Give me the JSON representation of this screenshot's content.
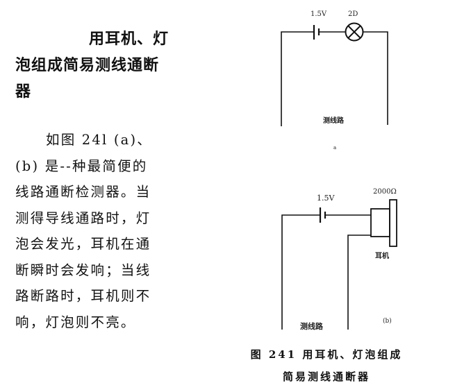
{
  "heading": {
    "lines": [
      "用耳机、灯",
      "泡组成简易测线通断",
      "器"
    ]
  },
  "paragraph": {
    "lines": [
      "如图 24l (a)、",
      "(b) 是--种最简便的",
      "线路通断检测器。当",
      "测得导线通路时，灯",
      "泡会发光，耳机在通",
      "断瞬时会发响；当线",
      "路断路时，耳机则不",
      "响，灯泡则不亮。"
    ]
  },
  "figure_a": {
    "battery_label": "1.5V",
    "lamp_label": "2D",
    "line_label": "测线路",
    "sub_label": "a"
  },
  "figure_b": {
    "battery_label": "1.5V",
    "earphone_rating": "2000Ω",
    "earphone_label": "耳机",
    "line_label": "测线路",
    "sub_label": "(b)"
  },
  "caption": {
    "line1": "图 241  用耳机、灯泡组成",
    "line2": "简易测线通断器"
  }
}
